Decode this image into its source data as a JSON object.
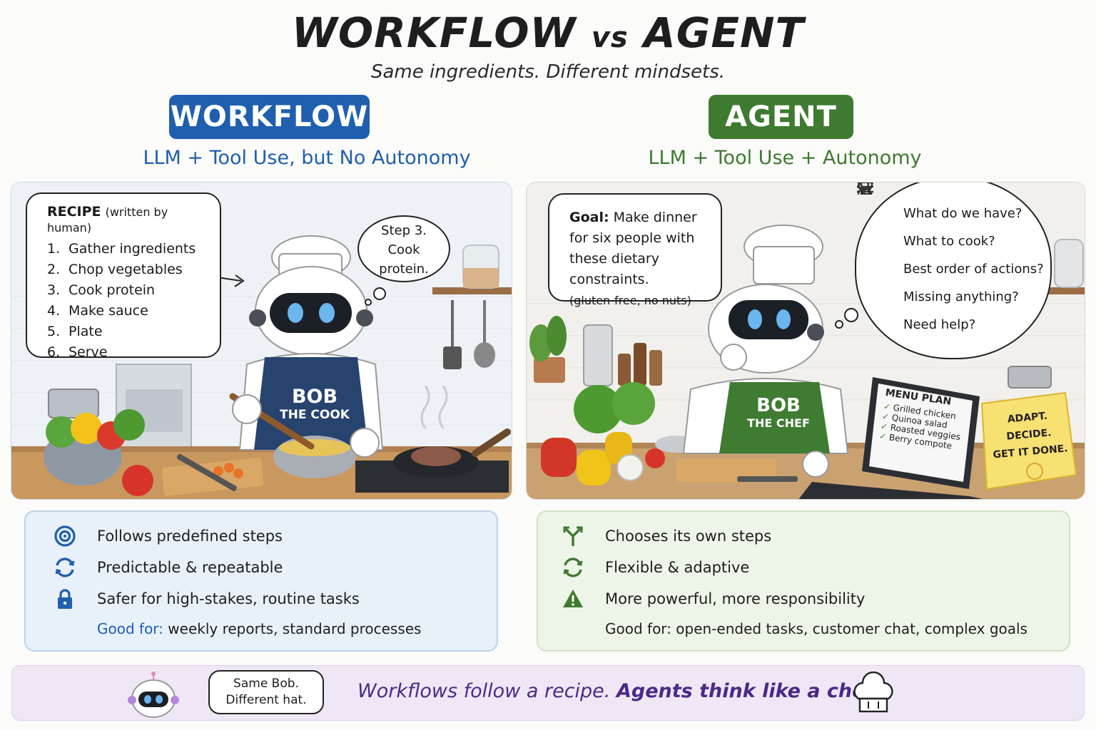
{
  "header": {
    "title_left": "WORKFLOW",
    "title_vs": "vs",
    "title_right": "AGENT",
    "subtitle": "Same ingredients. Different mindsets."
  },
  "workflow": {
    "badge": "WORKFLOW",
    "tagline": "LLM + Tool Use, but No Autonomy",
    "recipe": {
      "heading": "RECIPE",
      "note": "(written by human)",
      "steps": [
        {
          "n": "1.",
          "text": "Gather ingredients"
        },
        {
          "n": "2.",
          "text": "Chop vegetables"
        },
        {
          "n": "3.",
          "text": "Cook protein"
        },
        {
          "n": "4.",
          "text": "Make sauce"
        },
        {
          "n": "5.",
          "text": "Plate"
        },
        {
          "n": "6.",
          "text": "Serve"
        }
      ]
    },
    "thought": [
      "Step 3.",
      "Cook",
      "protein."
    ],
    "apron": {
      "name": "BOB",
      "role": "THE COOK"
    },
    "features": [
      {
        "icon": "target-icon",
        "text": "Follows predefined steps"
      },
      {
        "icon": "repeat-icon",
        "text": "Predictable & repeatable"
      },
      {
        "icon": "lock-icon",
        "text": "Safer for high-stakes, routine tasks"
      }
    ],
    "good_for_label": "Good for:",
    "good_for_text": "weekly reports, standard processes"
  },
  "agent": {
    "badge": "AGENT",
    "tagline": "LLM + Tool Use + Autonomy",
    "goal": {
      "label": "Goal:",
      "text": "Make dinner for six people with these dietary constraints.",
      "constraints": "(gluten-free, no nuts)"
    },
    "questions": [
      {
        "icon": "search-icon",
        "text": "What do we have?"
      },
      {
        "icon": "chef-hat-icon",
        "text": "What to cook?"
      },
      {
        "icon": "list-icon",
        "text": "Best order of actions?"
      },
      {
        "icon": "cart-icon",
        "text": "Missing anything?"
      },
      {
        "icon": "person-icon",
        "text": "Need help?"
      }
    ],
    "apron": {
      "name": "BOB",
      "role": "THE CHEF"
    },
    "menu": {
      "title": "MENU PLAN",
      "items": [
        "Grilled chicken",
        "Quinoa salad",
        "Roasted veggies",
        "Berry compote"
      ]
    },
    "sticky": [
      "ADAPT.",
      "DECIDE.",
      "GET IT DONE."
    ],
    "features": [
      {
        "icon": "branch-icon",
        "text": "Chooses its own steps"
      },
      {
        "icon": "cycle-icon",
        "text": "Flexible & adaptive"
      },
      {
        "icon": "warning-icon",
        "text": "More powerful, more responsibility"
      }
    ],
    "good_for_label": "Good for:",
    "good_for_text": "open-ended tasks, customer chat, complex goals"
  },
  "footer": {
    "bubble": [
      "Same Bob.",
      "Different hat."
    ],
    "motto_part1": "Workflows follow a recipe.",
    "motto_part2": "Agents think like a chef."
  },
  "colors": {
    "workflow_blue": "#1f5fae",
    "agent_green": "#3e7a2f",
    "footer_purple": "#4b2a8a"
  }
}
